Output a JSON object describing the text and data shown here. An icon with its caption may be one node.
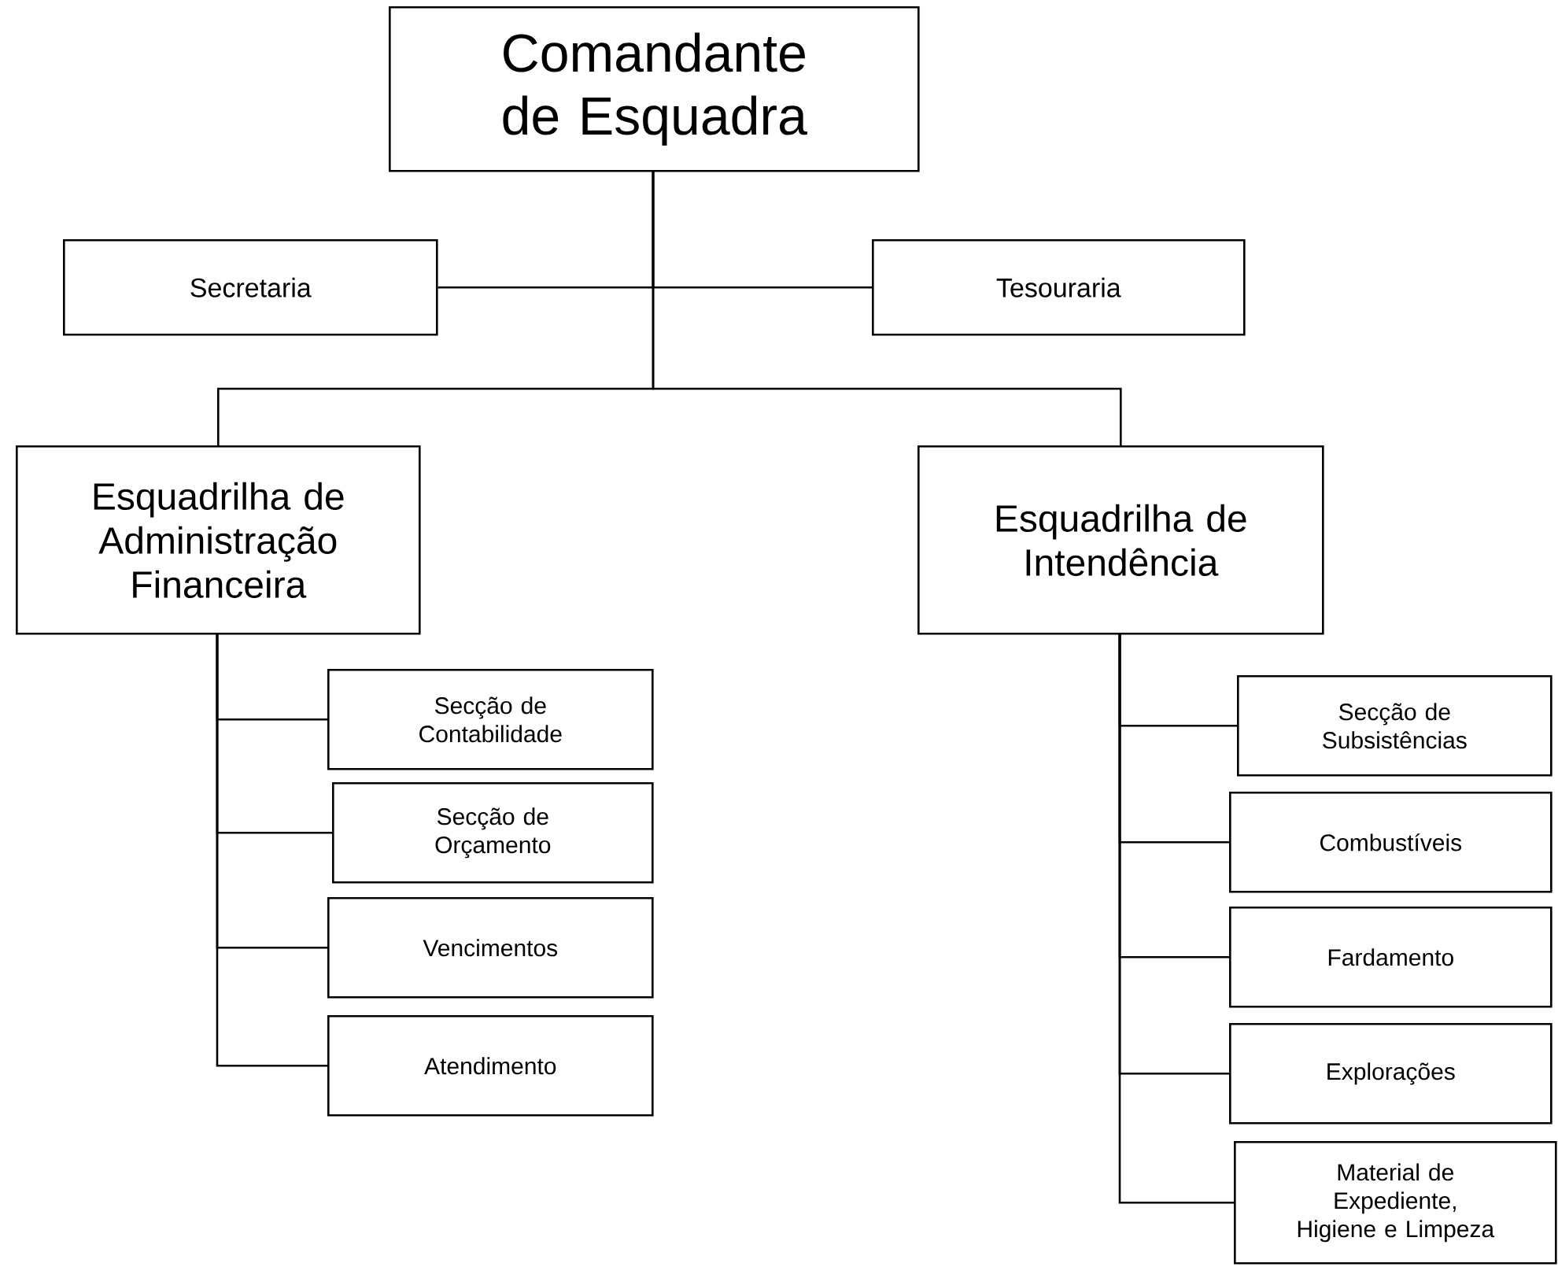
{
  "diagram": {
    "nodes": [
      {
        "text": [
          "Comandante de Esquadra"
        ]
      },
      {
        "text": [
          "Secretaria"
        ]
      },
      {
        "text": [
          "Tesouraria"
        ]
      },
      {
        "text": [
          "Esquadrilha de Administração Financeira"
        ]
      },
      {
        "text": [
          "Esquadrilha de Intendência"
        ]
      },
      {
        "text": [
          "Secção de Contabilidade"
        ]
      },
      {
        "text": [
          "Secção de Orçamento"
        ]
      },
      {
        "text": [
          "Vencimentos"
        ]
      },
      {
        "text": [
          "Atendimento"
        ]
      },
      {
        "text": [
          "Secção de Subsistências"
        ]
      },
      {
        "text": [
          "Combustíveis"
        ]
      },
      {
        "text": [
          "Fardamento"
        ]
      },
      {
        "text": [
          "Explorações"
        ]
      },
      {
        "text": [
          "Material de Expediente, Higiene e Limpeza"
        ]
      }
    ],
    "edges": [
      {
        "from": 0,
        "to": 1,
        "arrow": "none"
      },
      {
        "from": 0,
        "to": 2,
        "arrow": "none"
      },
      {
        "from": 0,
        "to": 3,
        "arrow": "none"
      },
      {
        "from": 0,
        "to": 4,
        "arrow": "none"
      },
      {
        "from": 3,
        "to": 5,
        "arrow": "none"
      },
      {
        "from": 3,
        "to": 6,
        "arrow": "none"
      },
      {
        "from": 3,
        "to": 7,
        "arrow": "none"
      },
      {
        "from": 3,
        "to": 8,
        "arrow": "none"
      },
      {
        "from": 4,
        "to": 9,
        "arrow": "none"
      },
      {
        "from": 4,
        "to": 10,
        "arrow": "none"
      },
      {
        "from": 4,
        "to": 11,
        "arrow": "none"
      },
      {
        "from": 4,
        "to": 12,
        "arrow": "none"
      },
      {
        "from": 4,
        "to": 13,
        "arrow": "none"
      }
    ]
  }
}
